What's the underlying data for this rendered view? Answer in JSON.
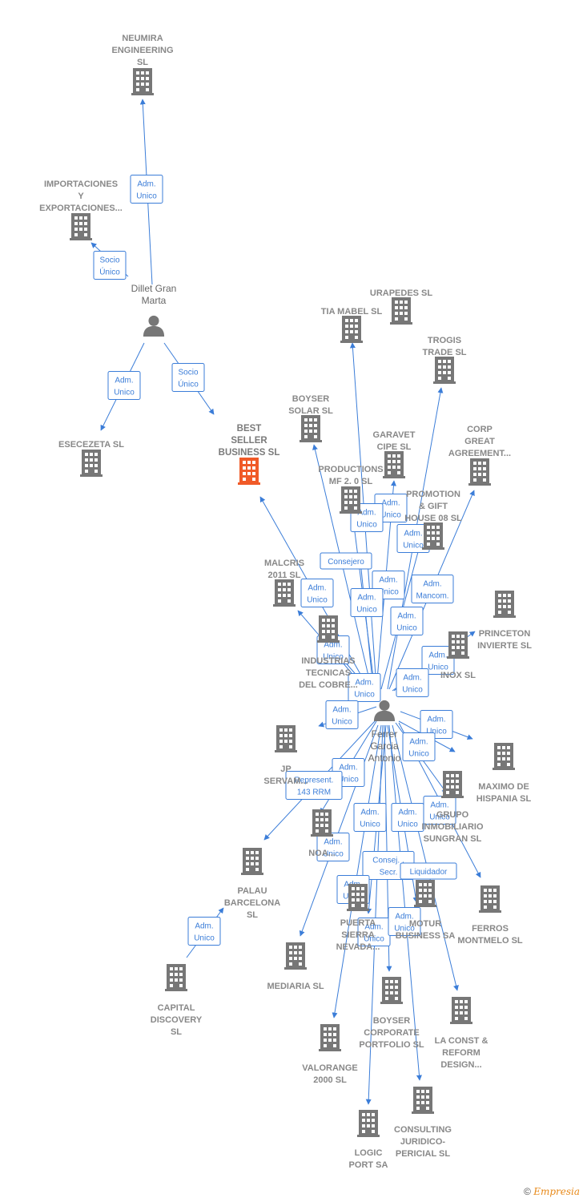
{
  "colors": {
    "edge": "#3b7dd8",
    "building": "#777777",
    "focus": "#f05a28",
    "person": "#777777"
  },
  "companies": [
    {
      "id": "neumira",
      "lines": [
        "NEUMIRA",
        "ENGINEERING",
        "SL"
      ]
    },
    {
      "id": "importaciones",
      "lines": [
        "IMPORTACIONES",
        "Y",
        "EXPORTACIONES..."
      ]
    },
    {
      "id": "esecezeta",
      "lines": [
        "ESECEZETA SL"
      ]
    },
    {
      "id": "best-seller",
      "lines": [
        "BEST",
        "SELLER",
        "BUSINESS  SL"
      ],
      "focus": true
    },
    {
      "id": "urapedes",
      "lines": [
        "URAPEDES SL"
      ]
    },
    {
      "id": "tia-mabel",
      "lines": [
        "TIA MABEL SL"
      ]
    },
    {
      "id": "trogis",
      "lines": [
        "TROGIS",
        "TRADE SL"
      ]
    },
    {
      "id": "boyser-solar",
      "lines": [
        "BOYSER",
        "SOLAR  SL"
      ]
    },
    {
      "id": "garavet",
      "lines": [
        "GARAVET",
        "CIPE SL"
      ]
    },
    {
      "id": "corp-great",
      "lines": [
        "CORP",
        "GREAT",
        "AGREEMENT..."
      ]
    },
    {
      "id": "productions",
      "lines": [
        "PRODUCTIONS",
        "MF 2. 0  SL"
      ]
    },
    {
      "id": "promotion",
      "lines": [
        "PROMOTION",
        "& GIFT",
        "HOUSE 08 SL"
      ]
    },
    {
      "id": "malcris",
      "lines": [
        "MALCRIS",
        "2011 SL"
      ]
    },
    {
      "id": "princeton",
      "lines": [
        "PRINCETON",
        "INVIERTE SL"
      ]
    },
    {
      "id": "industrias",
      "lines": [
        "INDUSTRIAS",
        "TECNICAS",
        "DEL COBRE..."
      ]
    },
    {
      "id": "inox",
      "lines": [
        "INOX SL"
      ]
    },
    {
      "id": "jp-servam",
      "lines": [
        "JP",
        "SERVAM..."
      ]
    },
    {
      "id": "maximo",
      "lines": [
        "MAXIMO DE",
        "HISPANIA  SL"
      ]
    },
    {
      "id": "grupo-sungran",
      "lines": [
        "GRUPO",
        "INMOBILIARIO",
        "SUNGRAN SL"
      ]
    },
    {
      "id": "noa",
      "lines": [
        "NOA..."
      ]
    },
    {
      "id": "palau",
      "lines": [
        "PALAU",
        "BARCELONA",
        "SL"
      ]
    },
    {
      "id": "ferros",
      "lines": [
        "FERROS",
        "MONTMELO  SL"
      ]
    },
    {
      "id": "puerta",
      "lines": [
        "PUERTA",
        "SIERRA",
        "NEVADA..."
      ]
    },
    {
      "id": "motur",
      "lines": [
        "MOTUR",
        "BUSINESS SA"
      ]
    },
    {
      "id": "capital",
      "lines": [
        "CAPITAL",
        "DISCOVERY",
        "SL"
      ]
    },
    {
      "id": "mediaria",
      "lines": [
        "MEDIARIA SL"
      ]
    },
    {
      "id": "boyser-corp",
      "lines": [
        "BOYSER",
        "CORPORATE",
        "PORTFOLIO  SL"
      ]
    },
    {
      "id": "la-const",
      "lines": [
        "LA CONST &",
        "REFORM",
        "DESIGN..."
      ]
    },
    {
      "id": "valorange",
      "lines": [
        "VALORANGE",
        "2000  SL"
      ]
    },
    {
      "id": "consulting",
      "lines": [
        "CONSULTING",
        "JURIDICO-",
        "PERICIAL  SL"
      ]
    },
    {
      "id": "logic-port",
      "lines": [
        "LOGIC",
        "PORT SA"
      ]
    }
  ],
  "persons": [
    {
      "id": "dillet",
      "lines": [
        "Dillet Gran",
        "Marta"
      ]
    },
    {
      "id": "ferrer",
      "lines": [
        "Ferrer",
        "Garcia",
        "Antonio"
      ]
    }
  ],
  "edge_labels": [
    {
      "id": "e-neumira",
      "lines": [
        "Adm.",
        "Unico"
      ]
    },
    {
      "id": "e-importaciones",
      "lines": [
        "Socio",
        "Único"
      ]
    },
    {
      "id": "e-esecezeta",
      "lines": [
        "Adm.",
        "Unico"
      ]
    },
    {
      "id": "e-bestseller-dillet",
      "lines": [
        "Socio",
        "Único"
      ]
    },
    {
      "id": "e-garavet",
      "lines": [
        "Adm.",
        "Unico"
      ]
    },
    {
      "id": "e-productions",
      "lines": [
        "Adm.",
        "Unico"
      ]
    },
    {
      "id": "e-promotion",
      "lines": [
        "Adm.",
        "Unico"
      ]
    },
    {
      "id": "e-consejero",
      "lines": [
        "Consejero"
      ]
    },
    {
      "id": "e-malcris",
      "lines": [
        "Adm.",
        "Unico"
      ]
    },
    {
      "id": "e-tiamabel",
      "lines": [
        "Adm.",
        "Unico"
      ]
    },
    {
      "id": "e-boyser-solar",
      "lines": [
        "Adm.",
        "Unico"
      ]
    },
    {
      "id": "e-corp",
      "lines": [
        "Adm.",
        "Mancom."
      ]
    },
    {
      "id": "e-trogis",
      "lines": [
        "Adm.",
        "Unico"
      ]
    },
    {
      "id": "e-industrias",
      "lines": [
        "Adm.",
        "Unico"
      ]
    },
    {
      "id": "e-princeton",
      "lines": [
        "Adm.",
        "Unico"
      ]
    },
    {
      "id": "e-inox",
      "lines": [
        "Adm.",
        "Unico"
      ]
    },
    {
      "id": "e-bestseller-ferrer",
      "lines": [
        "Adm.",
        "Unico"
      ]
    },
    {
      "id": "e-jp",
      "lines": [
        "Adm.",
        "Unico"
      ]
    },
    {
      "id": "e-maximo",
      "lines": [
        "Adm.",
        "Unico"
      ]
    },
    {
      "id": "e-maximo2",
      "lines": [
        "Adm.",
        "Unico"
      ]
    },
    {
      "id": "e-noa",
      "lines": [
        "Adm.",
        "Unico"
      ]
    },
    {
      "id": "e-palau",
      "lines": [
        "Represent.",
        "143 RRM"
      ]
    },
    {
      "id": "e-sungran",
      "lines": [
        "Adm.",
        "Unico"
      ]
    },
    {
      "id": "e-puerta",
      "lines": [
        "Adm.",
        "Unico"
      ]
    },
    {
      "id": "e-motur",
      "lines": [
        "Adm.",
        "Unico"
      ]
    },
    {
      "id": "e-mediaria",
      "lines": [
        "Adm.",
        "Unico"
      ]
    },
    {
      "id": "e-consej",
      "lines": [
        "Consej. .",
        "Secr."
      ]
    },
    {
      "id": "e-liquidador",
      "lines": [
        "Liquidador"
      ]
    },
    {
      "id": "e-valorange",
      "lines": [
        "Adm.",
        "Unico"
      ]
    },
    {
      "id": "e-logic",
      "lines": [
        "Adm.",
        "Unico"
      ]
    },
    {
      "id": "e-consulting",
      "lines": [
        "Adm.",
        "Unico"
      ]
    },
    {
      "id": "e-capital",
      "lines": [
        "Adm.",
        "Unico"
      ]
    }
  ],
  "footer": {
    "copyright": "©",
    "brand": "Empresia"
  }
}
